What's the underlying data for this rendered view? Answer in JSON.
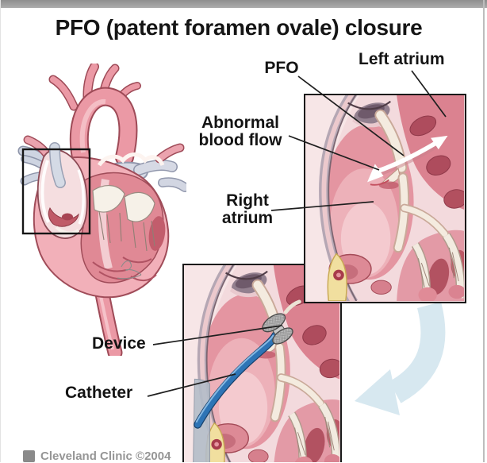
{
  "title": "PFO (patent foramen ovale) closure",
  "labels": {
    "pfo": "PFO",
    "left_atrium": "Left atrium",
    "abnormal_blood_flow": "Abnormal blood flow",
    "right_atrium": "Right atrium",
    "device": "Device",
    "catheter": "Catheter"
  },
  "footer": {
    "credit": "Cleveland Clinic ©2004"
  },
  "colors": {
    "panel_border": "#191919",
    "heart_pink": "#f2b0b9",
    "chamber_pink": "#e495a1",
    "dark_red": "#ae4c5d",
    "septum_cream": "#f4ebdf",
    "vessel_gray_blue": "#ced4e1",
    "catheter_blue": "#2e74b5",
    "device_gray": "#c9c9c9",
    "flow_arrow": "#ffffff",
    "step_arrow_blue": "#d7e8f0",
    "label_text": "#141414",
    "credit_gray": "#969696"
  }
}
